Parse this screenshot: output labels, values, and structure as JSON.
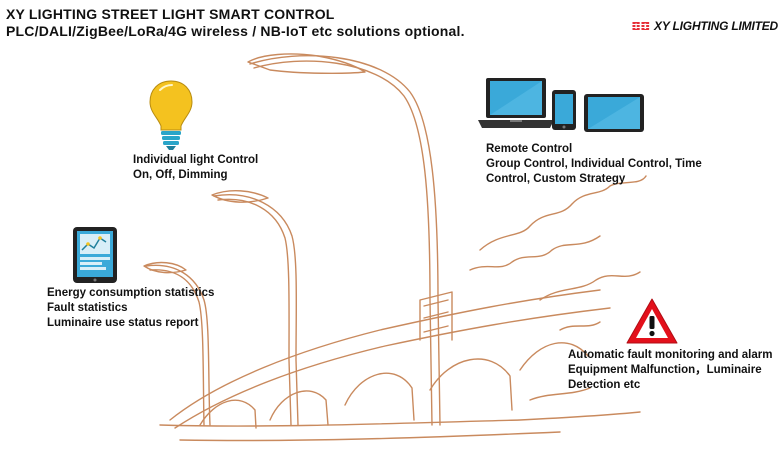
{
  "title": {
    "line1": "XY LIGHTING STREET LIGHT SMART CONTROL",
    "line2": "PLC/DALI/ZigBee/LoRa/4G wireless / NB-IoT etc solutions optional."
  },
  "logo": {
    "mark": "XY",
    "text": "XY LIGHTING LIMITED",
    "mark_color": "#e3101b"
  },
  "features": {
    "light_control": {
      "line1": "Individual light Control",
      "line2": "On, Off, Dimming",
      "icon": "light-bulb-icon"
    },
    "remote_control": {
      "line1": "Remote Control",
      "line2": "Group Control, Individual Control, Time",
      "line3": "Control, Custom Strategy",
      "icon": "devices-icon"
    },
    "energy_stats": {
      "line1": "Energy consumption statistics",
      "line2": "Fault statistics",
      "line3": "Luminaire use status report",
      "icon": "tablet-chart-icon"
    },
    "fault_alarm": {
      "line1": "Automatic fault monitoring and alarm",
      "line2": "Equipment Malfunction，Luminaire",
      "line3": "Detection etc",
      "icon": "warning-icon"
    }
  },
  "colors": {
    "sketch": "#c98a5e",
    "bulb": "#f4c21f",
    "screen": "#3aa9d9",
    "warning": "#e3101b"
  }
}
